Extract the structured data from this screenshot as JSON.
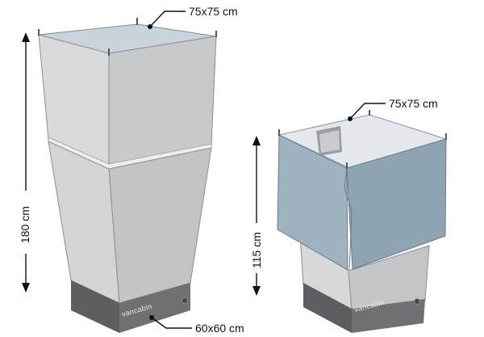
{
  "tall_unit": {
    "top_size": "75x75 cm",
    "height": "180 cm",
    "base_size": "60x60 cm",
    "brand": "vancabin"
  },
  "short_unit": {
    "top_size": "75x75 cm",
    "height": "115 cm",
    "brand": "vancabin"
  },
  "colors": {
    "panel_light": "#d9dadc",
    "panel_mid": "#c4c6c8",
    "panel_dark": "#b3b5b8",
    "base": "#6f7073",
    "base_dark": "#5a5b5e",
    "flap_blue": "#9eb2c0",
    "flap_blue_dark": "#8aa0b0",
    "interior": "#e3e6ea"
  }
}
